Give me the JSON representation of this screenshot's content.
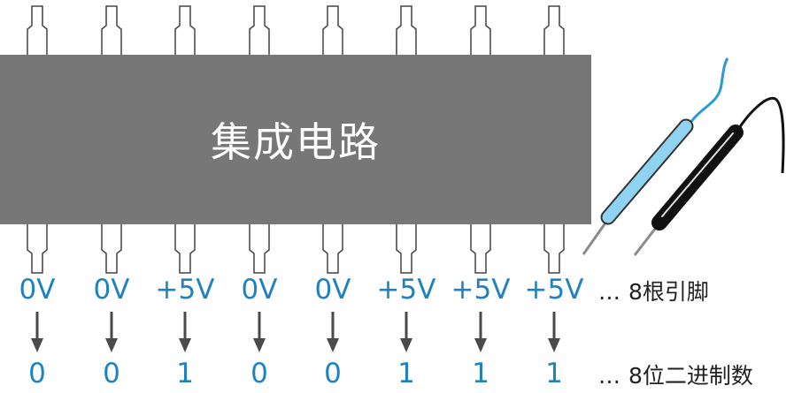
{
  "chip": {
    "label": "集成电路"
  },
  "pins": [
    {
      "voltage": "0V",
      "bit": "0"
    },
    {
      "voltage": "0V",
      "bit": "0"
    },
    {
      "voltage": "+5V",
      "bit": "1"
    },
    {
      "voltage": "0V",
      "bit": "0"
    },
    {
      "voltage": "0V",
      "bit": "0"
    },
    {
      "voltage": "+5V",
      "bit": "1"
    },
    {
      "voltage": "+5V",
      "bit": "1"
    },
    {
      "voltage": "+5V",
      "bit": "1"
    }
  ],
  "notes": {
    "pins_ellipsis": "…",
    "pins": "8根引脚",
    "binary_ellipsis": "…",
    "binary": "8位二进制数"
  },
  "colors": {
    "chip": "#777777",
    "pin_outline": "#444444",
    "accent_blue": "#1f82c0",
    "arrow": "#4a4a4a",
    "probe_blue": "#8fd3f0",
    "probe_black": "#111111"
  },
  "probes": [
    {
      "name": "blue-probe",
      "color": "#8fd3f0"
    },
    {
      "name": "black-probe",
      "color": "#111111"
    }
  ]
}
